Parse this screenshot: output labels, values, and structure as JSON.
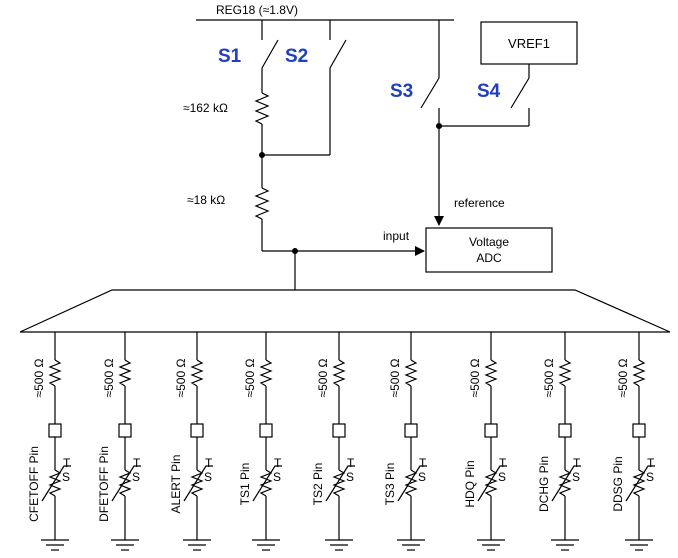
{
  "rail_label": "REG18 (≈1.8V)",
  "switches": {
    "s1": "S1",
    "s2": "S2",
    "s3": "S3",
    "s4": "S4"
  },
  "resistors": {
    "r_top": "≈162 kΩ",
    "r_bottom": "≈18 kΩ"
  },
  "blocks": {
    "vref_label": "VREF1",
    "adc_line1": "Voltage",
    "adc_line2": "ADC"
  },
  "signals": {
    "input": "input",
    "reference": "reference"
  },
  "channel_resistor_label": "≈500 Ω",
  "thermistor_t": "T",
  "thermistor_s": "S",
  "channels": [
    "CFETOFF Pin",
    "DFETOFF Pin",
    "ALERT Pin",
    "TS1 Pin",
    "TS2 Pin",
    "TS3 Pin",
    "HDQ Pin",
    "DCHG Pin",
    "DDSG Pin"
  ]
}
